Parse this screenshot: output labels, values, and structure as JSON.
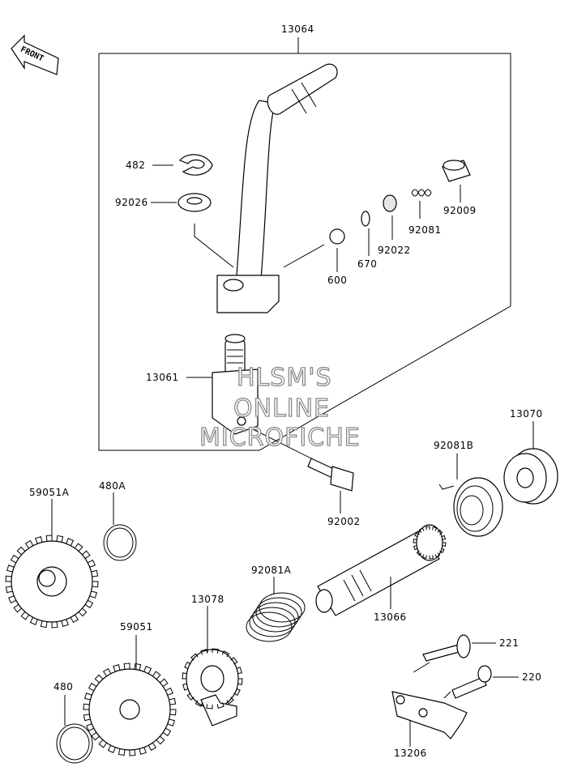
{
  "front_arrow": {
    "text": "FRONT",
    "icon": "front-arrow-icon"
  },
  "watermark": {
    "line1": "HLSM'S",
    "line2": "ONLINE",
    "line3": "MICROFICHE"
  },
  "parts": [
    {
      "id": "13064"
    },
    {
      "id": "482"
    },
    {
      "id": "92026"
    },
    {
      "id": "92009"
    },
    {
      "id": "92081"
    },
    {
      "id": "92022"
    },
    {
      "id": "670"
    },
    {
      "id": "600"
    },
    {
      "id": "13061"
    },
    {
      "id": "13070"
    },
    {
      "id": "92081B"
    },
    {
      "id": "92002"
    },
    {
      "id": "59051A"
    },
    {
      "id": "480A"
    },
    {
      "id": "92081A"
    },
    {
      "id": "13078"
    },
    {
      "id": "13066"
    },
    {
      "id": "59051"
    },
    {
      "id": "221"
    },
    {
      "id": "220"
    },
    {
      "id": "480"
    },
    {
      "id": "13206"
    }
  ]
}
